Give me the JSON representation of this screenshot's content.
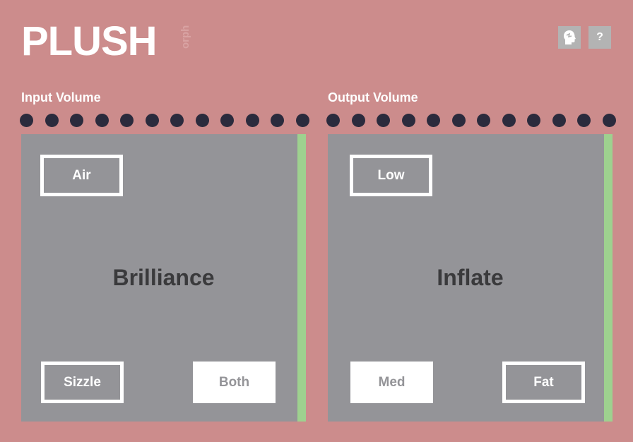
{
  "header": {
    "logo": "PLUSH",
    "logo_sub": "orph",
    "head_icon": "head-icon",
    "help_label": "?"
  },
  "input": {
    "label": "Input Volume",
    "meter_dots": 12
  },
  "output": {
    "label": "Output Volume",
    "meter_dots": 12
  },
  "brilliance": {
    "title": "Brilliance",
    "buttons": [
      {
        "label": "Air",
        "selected": false
      },
      {
        "label": "Sizzle",
        "selected": false
      },
      {
        "label": "Both",
        "selected": true
      }
    ]
  },
  "inflate": {
    "title": "Inflate",
    "buttons": [
      {
        "label": "Low",
        "selected": false
      },
      {
        "label": "Med",
        "selected": true
      },
      {
        "label": "Fat",
        "selected": false
      }
    ]
  },
  "colors": {
    "background": "#cc8c8c",
    "panel": "#949498",
    "meter_bar": "#9ed18f",
    "dot": "#2b2b3d"
  }
}
